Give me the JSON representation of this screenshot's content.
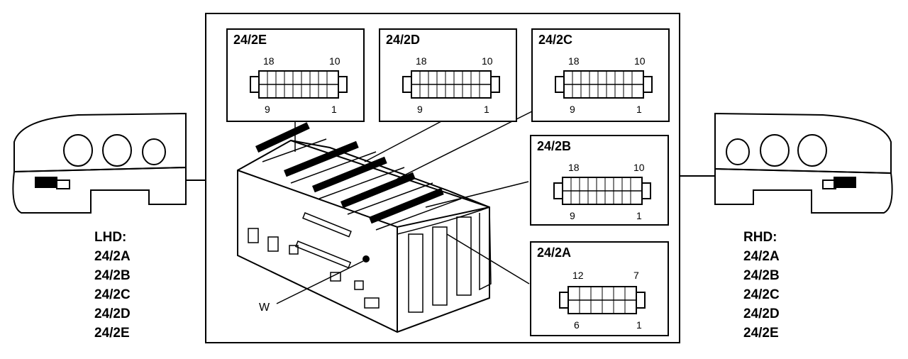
{
  "connectors": [
    {
      "id": "24/2E",
      "pins": {
        "top_left": "18",
        "top_right": "10",
        "bottom_left": "9",
        "bottom_right": "1"
      }
    },
    {
      "id": "24/2D",
      "pins": {
        "top_left": "18",
        "top_right": "10",
        "bottom_left": "9",
        "bottom_right": "1"
      }
    },
    {
      "id": "24/2C",
      "pins": {
        "top_left": "18",
        "top_right": "10",
        "bottom_left": "9",
        "bottom_right": "1"
      }
    },
    {
      "id": "24/2B",
      "pins": {
        "top_left": "18",
        "top_right": "10",
        "bottom_left": "9",
        "bottom_right": "1"
      }
    },
    {
      "id": "24/2A",
      "pins": {
        "top_left": "12",
        "top_right": "7",
        "bottom_left": "6",
        "bottom_right": "1"
      }
    }
  ],
  "lhd": {
    "heading": "LHD:",
    "items": [
      "24/2A",
      "24/2B",
      "24/2C",
      "24/2D",
      "24/2E"
    ]
  },
  "rhd": {
    "heading": "RHD:",
    "items": [
      "24/2A",
      "24/2B",
      "24/2C",
      "24/2D",
      "24/2E"
    ]
  },
  "callout": "W"
}
